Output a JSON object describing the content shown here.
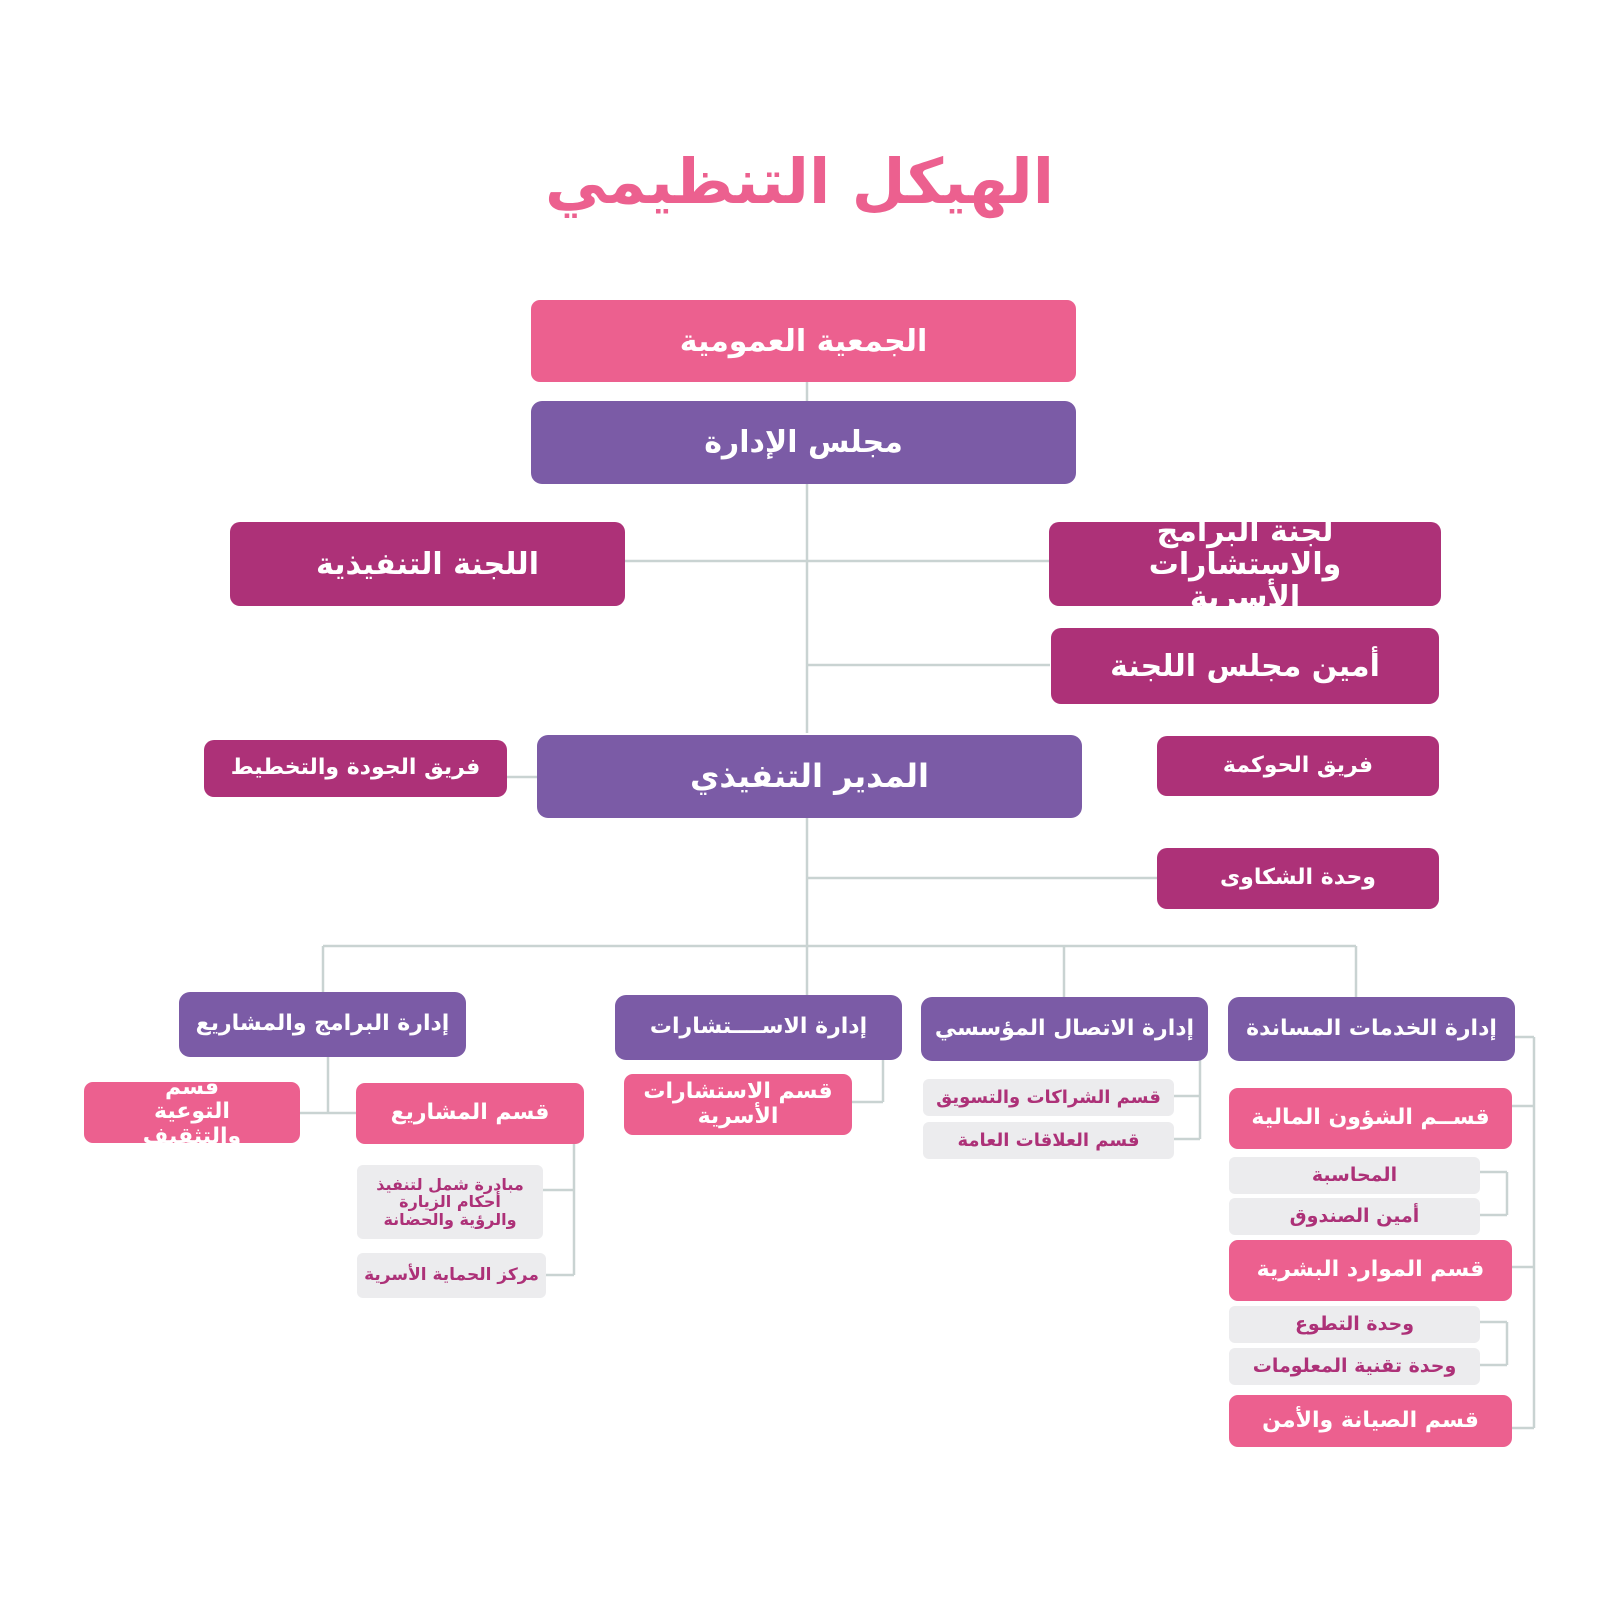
{
  "title": "الهيكل التنظيمي",
  "colors": {
    "pink": "#ec608f",
    "purple": "#7b5ba6",
    "magenta": "#ad3178",
    "gray": "#ececee",
    "connector": "#c9d3d2"
  },
  "nodes": {
    "general_assembly": "الجمعية العمومية",
    "board": "مجلس الإدارة",
    "executive_committee": "اللجنة التنفيذية",
    "programs_committee": "لجنة البرامج والاستشارات الأسرية",
    "board_secretary": "أمين مجلس اللجنة",
    "quality_team": "فريق الجودة والتخطيط",
    "executive_director": "المدير التنفيذي",
    "governance_team": "فريق الحوكمة",
    "complaints_unit": "وحدة الشكاوى"
  },
  "departments": {
    "programs": {
      "label": "إدارة البرامج والمشاريع",
      "projects": "قسم المشاريع",
      "awareness": "قسم التوعية والتثقيف",
      "shamel": "مبادرة شمل لتنفيذ أحكام الزيارة والرؤية والحضانة",
      "protection": "مركز الحماية الأسرية"
    },
    "consulting": {
      "label": "إدارة الاســــتشارات",
      "family": "قسم الاستشارات الأسرية"
    },
    "communication": {
      "label": "إدارة الاتصال المؤسسي",
      "partnerships": "قسم الشراكات والتسويق",
      "public_relations": "قسم العلاقات العامة"
    },
    "support": {
      "label": "إدارة الخدمات المساندة",
      "finance": "قســم الشؤون المالية",
      "accounting": "المحاسبة",
      "treasurer": "أمين الصندوق",
      "hr": "قسم الموارد البشرية",
      "volunteering": "وحدة التطوع",
      "it": "وحدة تقنية المعلومات",
      "maintenance": "قسم الصيانة والأمن"
    }
  }
}
